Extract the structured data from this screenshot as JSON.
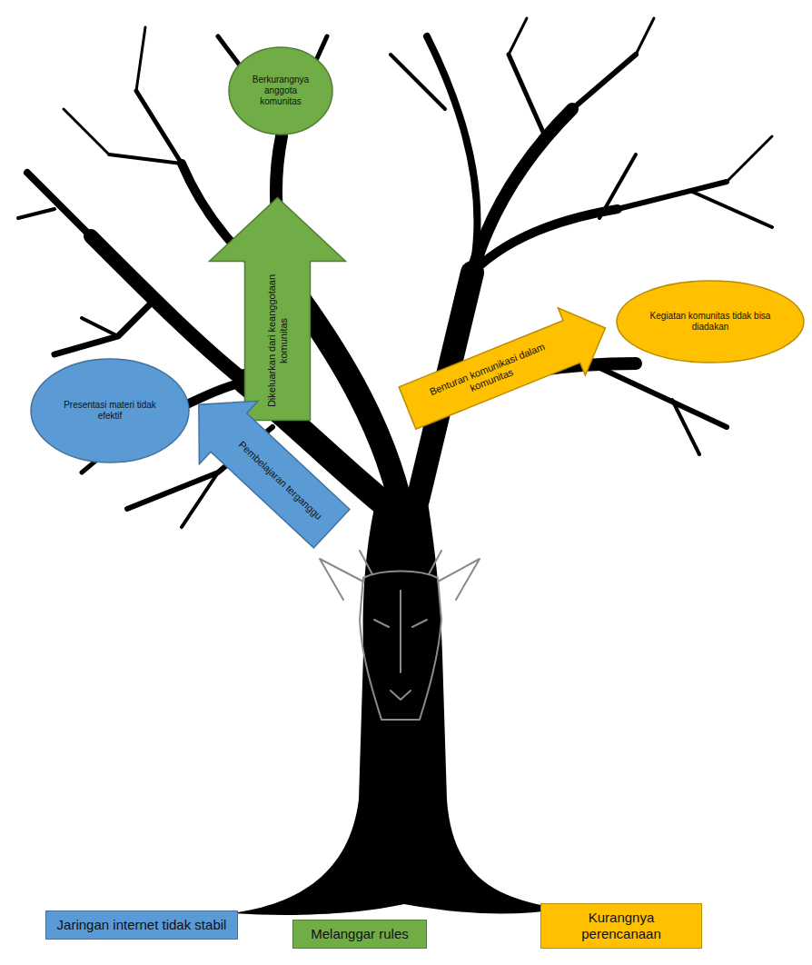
{
  "diagram": {
    "nodes": [
      {
        "text": [
          "Berkurangnya anggota komunitas"
        ]
      },
      {
        "text": [
          "Dikeluarkan dari keanggotaan komunitas"
        ]
      },
      {
        "text": [
          "Kegiatan komunitas tidak bisa diadakan"
        ]
      },
      {
        "text": [
          "Benturan komunikasi dalam komunitas"
        ]
      },
      {
        "text": [
          "Presentasi materi tidak efektif"
        ]
      },
      {
        "text": [
          "Pembelajaran terganggu"
        ]
      },
      {
        "text": [
          "Jaringan internet tidak stabil"
        ]
      },
      {
        "text": [
          "Melanggar rules"
        ]
      },
      {
        "text": [
          "Kurangnya perencanaan"
        ]
      }
    ]
  }
}
